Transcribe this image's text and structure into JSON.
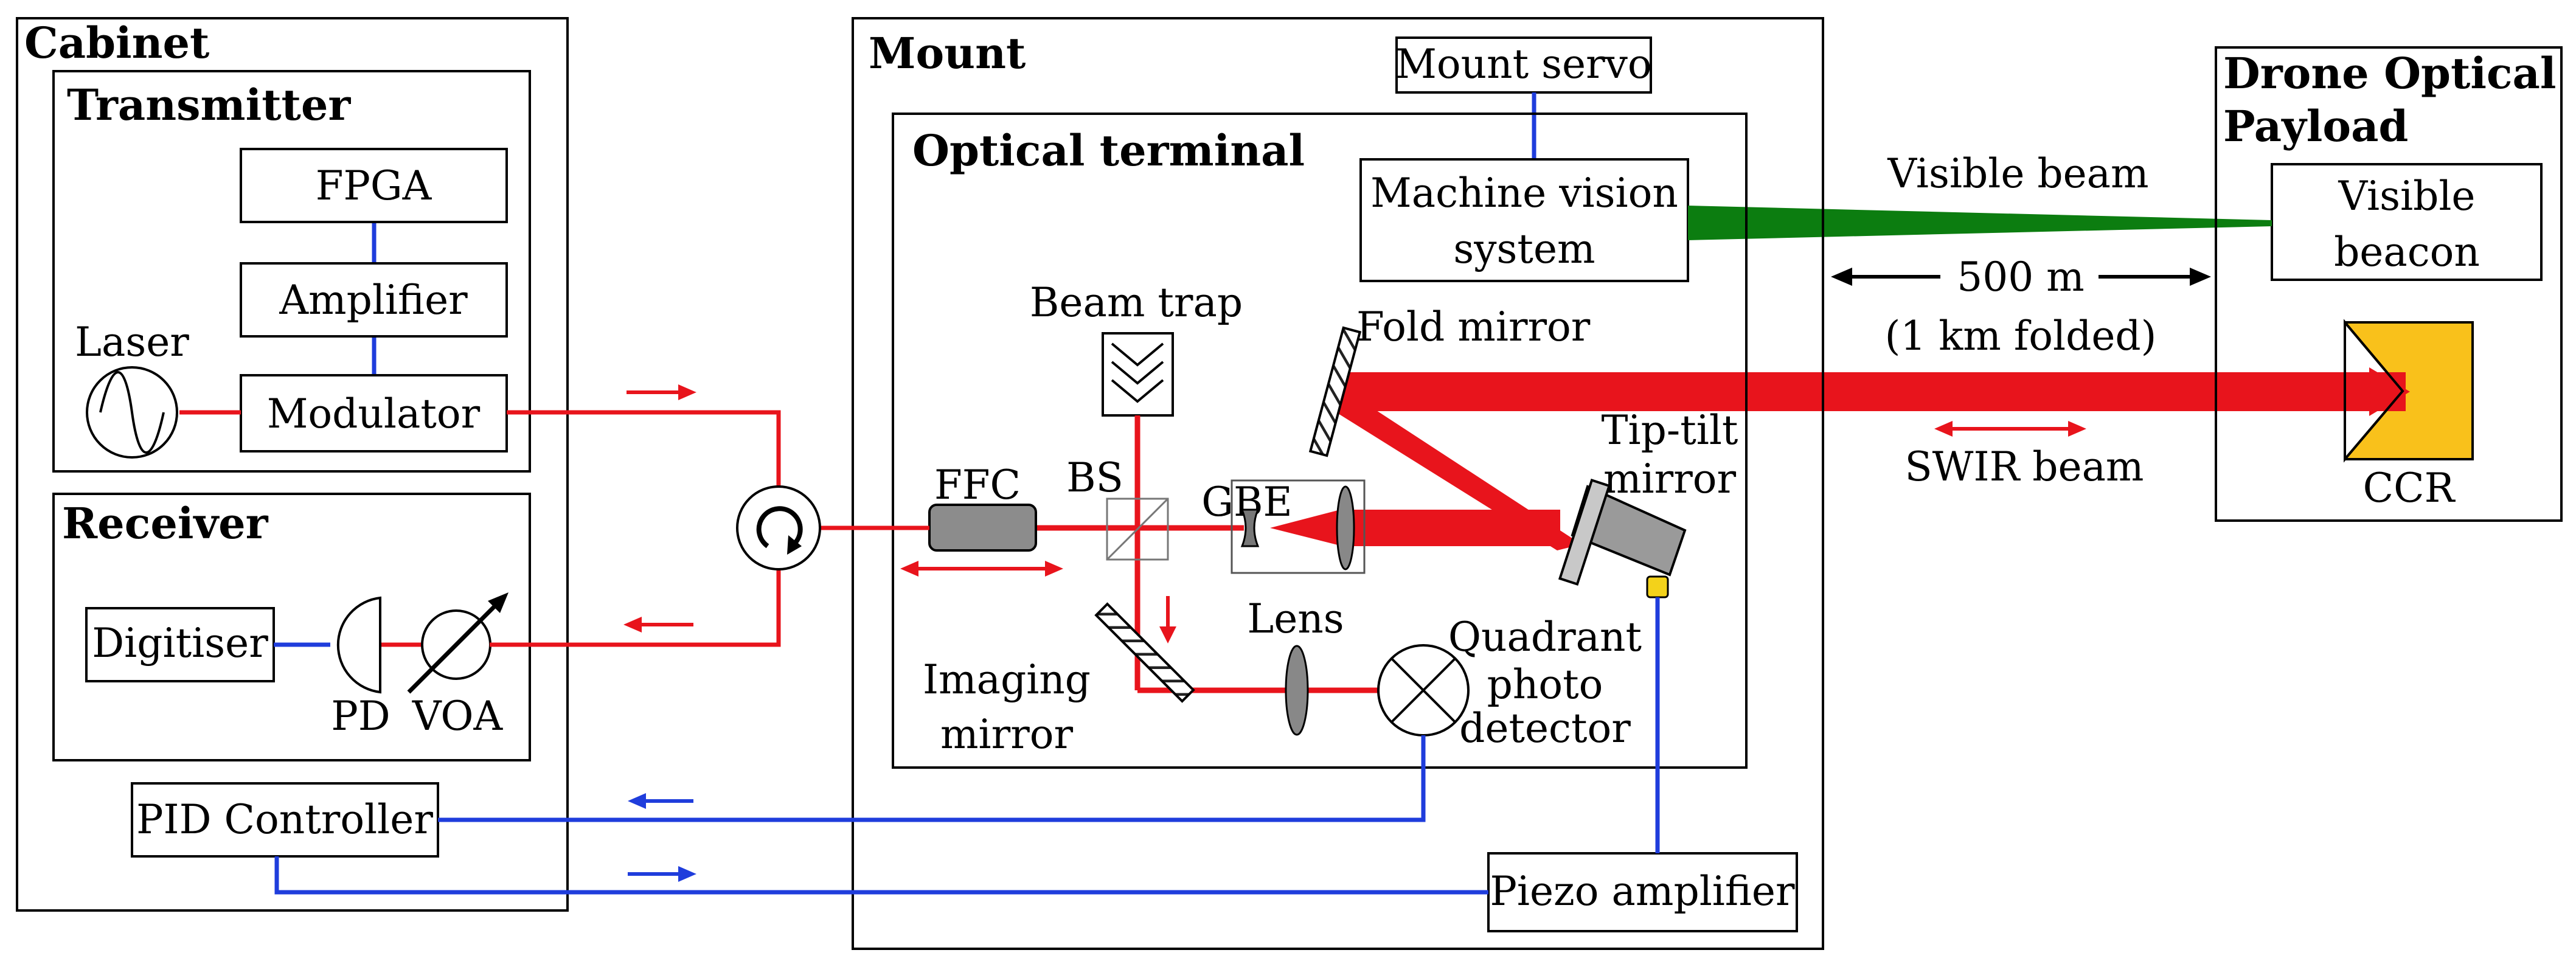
{
  "colors": {
    "signal_red": "#e8141c",
    "signal_blue": "#1f3ddc",
    "visible_green": "#0c7d10",
    "ccr_yellow": "#f9c11b",
    "detector_yellow": "#f3d21a",
    "tiptilt_gray": "#9a9a9a"
  },
  "cabinet": {
    "title": "Cabinet",
    "transmitter": {
      "title": "Transmitter",
      "fpga": "FPGA",
      "amplifier": "Amplifier",
      "modulator": "Modulator",
      "laser": "Laser"
    },
    "receiver": {
      "title": "Receiver",
      "digitiser": "Digitiser",
      "pd": "PD",
      "voa": "VOA"
    },
    "pid_controller": "PID Controller"
  },
  "mount": {
    "title": "Mount",
    "mount_servo": "Mount servo",
    "piezo_amplifier": "Piezo amplifier",
    "optical_terminal": {
      "title": "Optical terminal",
      "machine_vision_line1": "Machine vision",
      "machine_vision_line2": "system",
      "beam_trap": "Beam trap",
      "fold_mirror": "Fold mirror",
      "ffc": "FFC",
      "bs": "BS",
      "gbe": "GBE",
      "tiptilt_line1": "Tip-tilt",
      "tiptilt_line2": "mirror",
      "lens": "Lens",
      "imaging_mirror_line1": "Imaging",
      "imaging_mirror_line2": "mirror",
      "qpd_line1": "Quadrant",
      "qpd_line2": "photo",
      "qpd_line3": "detector"
    }
  },
  "link": {
    "visible_beam": "Visible beam",
    "distance": "500 m",
    "distance_folded": "(1 km folded)",
    "swir_beam": "SWIR beam"
  },
  "drone": {
    "title_line1": "Drone Optical",
    "title_line2": "Payload",
    "visible_beacon_line1": "Visible",
    "visible_beacon_line2": "beacon",
    "ccr": "CCR"
  },
  "icons": [
    "sine-source-icon",
    "circulator-icon",
    "photodiode-icon",
    "voa-icon",
    "quadrant-detector-icon",
    "beam-splitter-icon",
    "lens-icon",
    "mirror-icon",
    "ccr-icon"
  ]
}
